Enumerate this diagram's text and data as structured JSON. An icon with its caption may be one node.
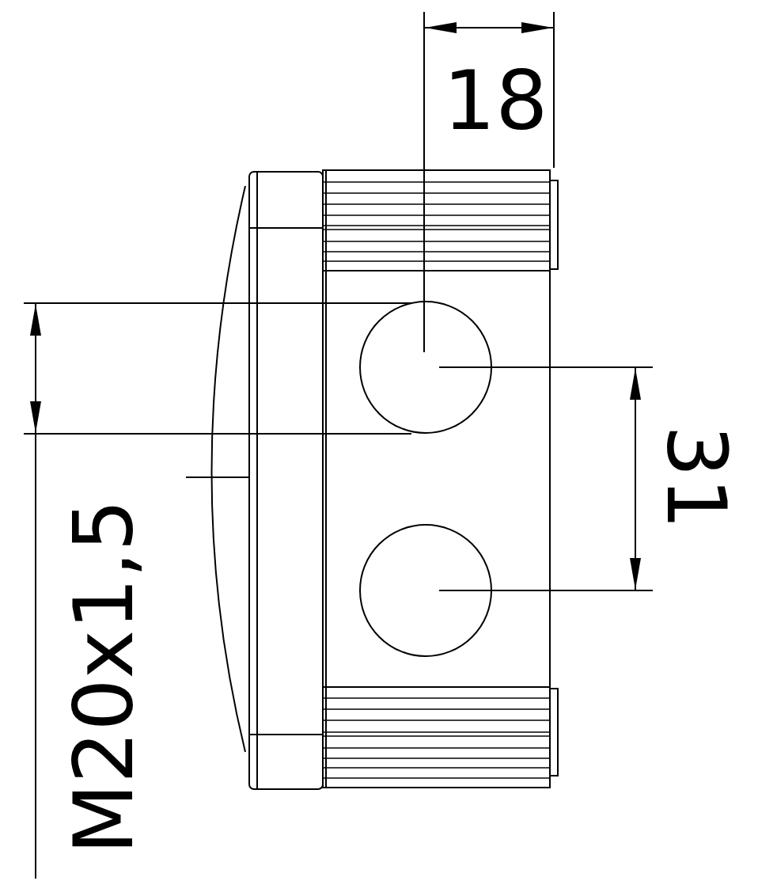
{
  "diagram": {
    "labels": [
      "18",
      "31",
      "M20x1,5"
    ]
  }
}
